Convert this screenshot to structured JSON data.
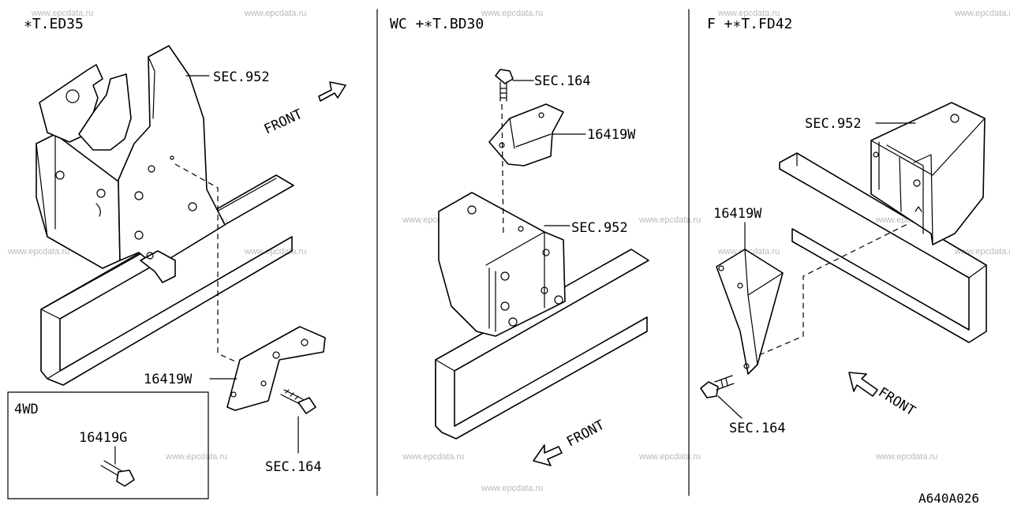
{
  "watermark": "www.epcdata.ru",
  "panels": [
    {
      "header": "∗T.ED35",
      "front": "FRONT",
      "labels": {
        "sec952": "SEC.952",
        "part16419w": "16419W",
        "sec164": "SEC.164"
      }
    },
    {
      "header": "WC  +∗T.BD30",
      "front": "FRONT",
      "labels": {
        "sec164": "SEC.164",
        "part16419w": "16419W",
        "sec952": "SEC.952"
      }
    },
    {
      "header": "F  +∗T.FD42",
      "front": "FRONT",
      "labels": {
        "sec952": "SEC.952",
        "part16419w": "16419W",
        "sec164": "SEC.164"
      }
    }
  ],
  "inset": {
    "title": "4WD",
    "part": "16419G"
  },
  "page_code": "A640A026"
}
